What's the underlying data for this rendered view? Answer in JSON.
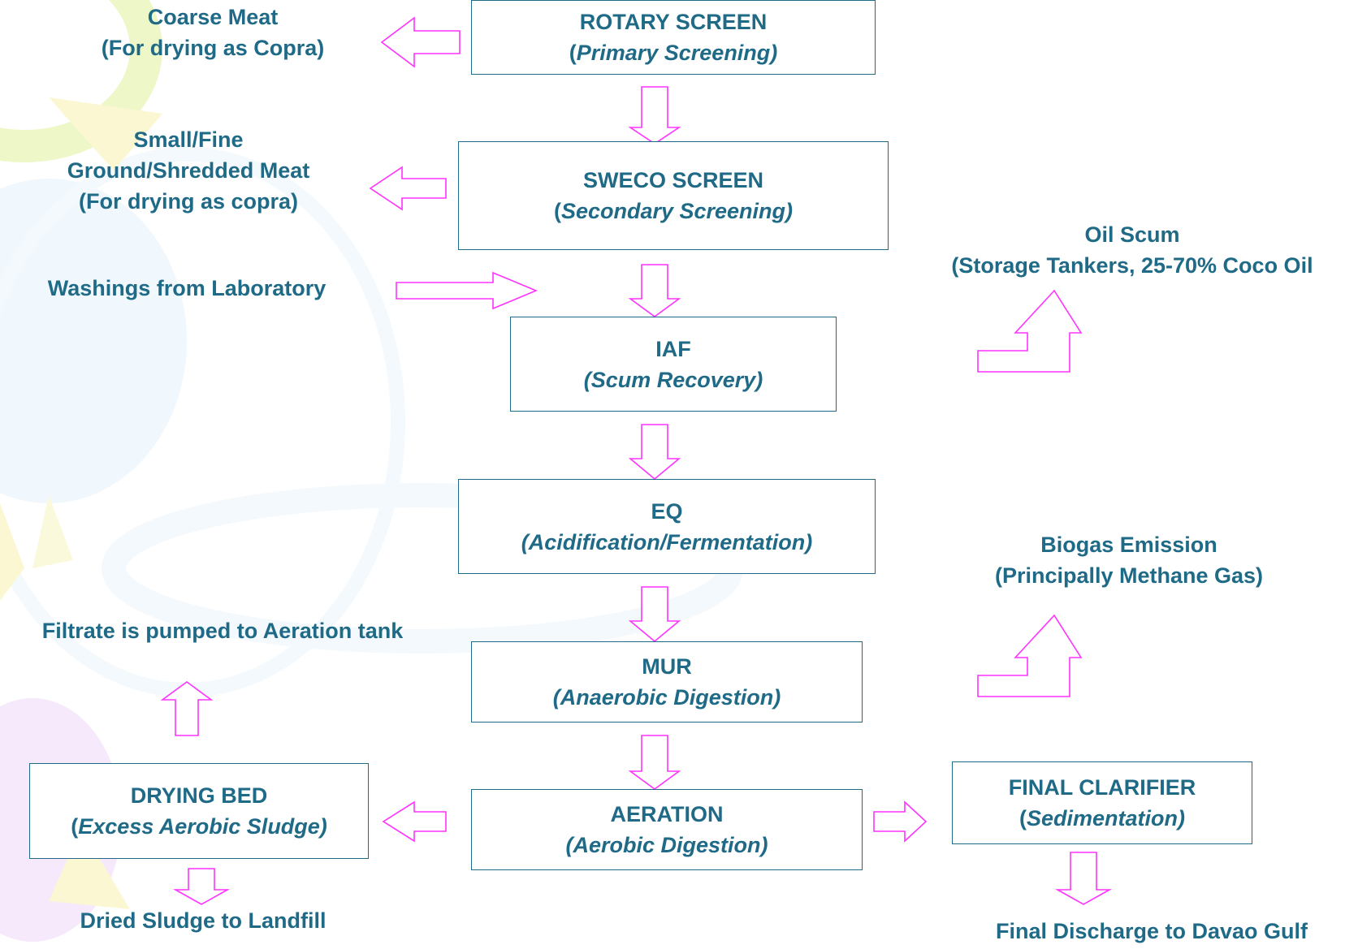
{
  "colors": {
    "text": "#1f6a86",
    "box_border": "#1f6a86",
    "arrow": "#ff33ff"
  },
  "boxes": {
    "rotary": {
      "title": "ROTARY SCREEN",
      "open": "(",
      "sub": "Primary Screening)"
    },
    "sweco": {
      "title": "SWECO SCREEN",
      "open": "(",
      "sub": "Secondary Screening)"
    },
    "iaf": {
      "title": "IAF",
      "sub": "(Scum Recovery)"
    },
    "eq": {
      "title": "EQ",
      "sub": "(Acidification/Fermentation)"
    },
    "mur": {
      "title": "MUR",
      "sub": "(Anaerobic Digestion)"
    },
    "aeration": {
      "title": "AERATION",
      "sub": "(Aerobic Digestion)"
    },
    "drying_bed": {
      "title": "DRYING BED",
      "open": "(",
      "sub": "Excess Aerobic Sludge)"
    },
    "final_clarifier": {
      "title": "FINAL CLARIFIER",
      "open": "(",
      "sub": "Sedimentation)"
    }
  },
  "labels": {
    "coarse_meat": {
      "line1": "Coarse Meat",
      "line2": "(For drying as Copra)"
    },
    "fine_meat": {
      "line1": "Small/Fine",
      "line2": "Ground/Shredded Meat",
      "line3": "(For drying as copra)"
    },
    "washings": "Washings from Laboratory",
    "oil_scum": {
      "line1": "Oil Scum",
      "line2": "(Storage Tankers, 25-70% Coco Oil"
    },
    "biogas": {
      "line1": "Biogas Emission",
      "line2": "(Principally Methane Gas)"
    },
    "filtrate": "Filtrate is pumped to Aeration tank",
    "dried_sludge": "Dried Sludge to Landfill",
    "final_discharge": "Final Discharge to Davao Gulf"
  }
}
